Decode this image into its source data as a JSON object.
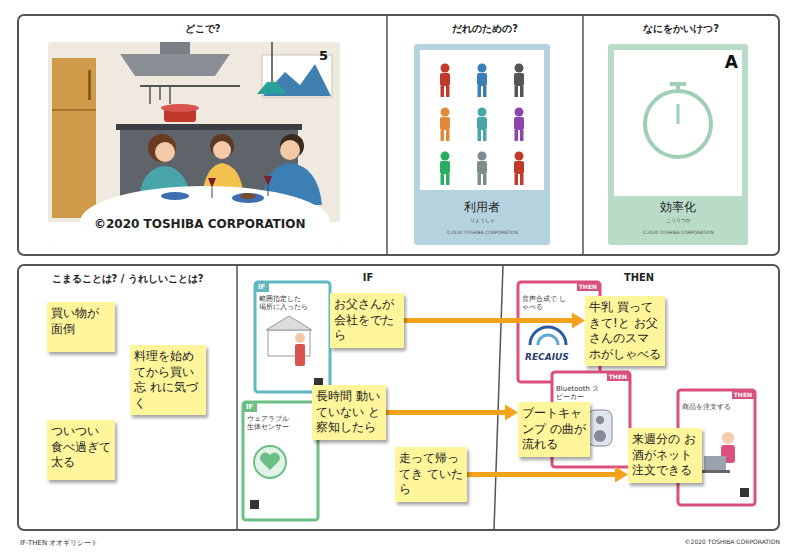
{
  "diagram": {
    "caption": "IF-THEN オオギリシート",
    "nodes": [
      {
        "text": [
          "どこで?"
        ]
      },
      {
        "text": [
          "5",
          "©2020 TOSHIBA CORPORATION"
        ],
        "in": 0
      },
      {
        "text": [
          "だれのための?"
        ]
      },
      {
        "text": [
          "利用者",
          "りようしゃ",
          "©2020 TOSHIBA CORPORATION"
        ],
        "in": 2
      },
      {
        "text": [
          "なにをかいけつ?"
        ]
      },
      {
        "text": [
          "A",
          "効率化",
          "こうりつか",
          "©2020 TOSHIBA CORPORATION"
        ],
        "in": 4
      },
      {
        "text": [
          "こまることは? / うれしいことは?"
        ]
      },
      {
        "text": [
          "買い物が 面倒"
        ],
        "in": 6
      },
      {
        "text": [
          "料理を始め てから買い忘 れに気づく"
        ],
        "in": 6
      },
      {
        "text": [
          "ついつい 食べ過ぎて 太る"
        ],
        "in": 6
      },
      {
        "text": [
          "IF"
        ]
      },
      {
        "text": [
          "IF",
          "範囲指定した 場所に入ったら"
        ],
        "in": 10
      },
      {
        "text": [
          "IF",
          "ウェアラブル 生体センサー"
        ],
        "in": 10
      },
      {
        "text": [
          "お父さんが 会社をでたら"
        ],
        "in": 10
      },
      {
        "text": [
          "長時間 動いていない と察知したら"
        ],
        "in": 10
      },
      {
        "text": [
          "走って帰ってき ていたら"
        ],
        "in": 10
      },
      {
        "text": [
          "THEN"
        ]
      },
      {
        "text": [
          "音声合成で しゃべる",
          "THEN",
          "RECAIUS"
        ],
        "in": 16
      },
      {
        "text": [
          "Bluetooth スピーカー",
          "THEN"
        ],
        "in": 16
      },
      {
        "text": [
          "商品を注文する",
          "THEN"
        ],
        "in": 16
      },
      {
        "text": [
          "牛乳 買ってきて!と お父さんのスマ ホがしゃべる"
        ],
        "in": 16
      },
      {
        "text": [
          "ブートキャンプ の曲が 流れる"
        ],
        "in": 16
      },
      {
        "text": [
          "来週分の お酒がネット 注文できる"
        ],
        "in": 16
      }
    ],
    "edges": [
      {
        "from": 13,
        "to": 20,
        "arrow": "to"
      },
      {
        "from": 14,
        "to": 21,
        "arrow": "to"
      },
      {
        "from": 15,
        "to": 22,
        "arrow": "to"
      }
    ],
    "labels": [
      "©2020 TOSHIBA CORPORATION"
    ]
  }
}
